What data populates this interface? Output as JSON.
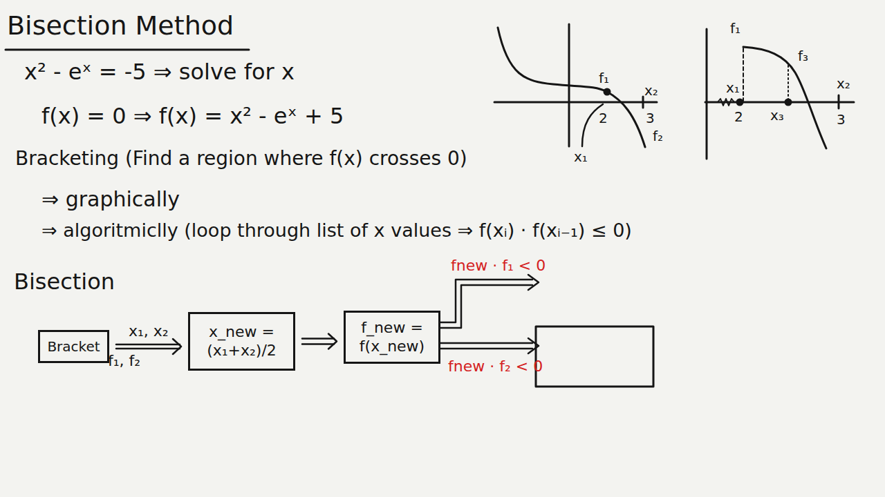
{
  "diagram": {
    "title": "Bisection Method",
    "nodes": [
      {
        "text": [
          "Bracket"
        ]
      },
      {
        "text": [
          "x_new = (x₁+x₂)/2"
        ]
      },
      {
        "text": [
          "f_new = f(x_new)"
        ]
      }
    ],
    "edges": [
      {
        "from": 0,
        "to": 1,
        "arrow": "to",
        "label": "x₁, x₂"
      },
      {
        "from": 1,
        "to": 2,
        "arrow": "to"
      }
    ],
    "labels": [
      "x² - eˣ = -5 ⇒ solve for x",
      "f(x) = 0 ⇒ f(x) = x² - eˣ + 5",
      "Bracketing (Find a region where f(x) crosses 0)",
      "⇒ graphically",
      "⇒ algoritmiclly (loop through list of x values ⇒ f(xᵢ) · f(xᵢ₋₁) ≤ 0)",
      "Bisection",
      "f₁, f₂",
      "fnew · f₁ < 0",
      "fnew · f₂ < 0",
      "f₁",
      "x₂",
      "2",
      "3",
      "f₂",
      "x₁",
      "f₁",
      "f₃",
      "x₁",
      "2",
      "x₃",
      "x₂",
      "3"
    ]
  }
}
